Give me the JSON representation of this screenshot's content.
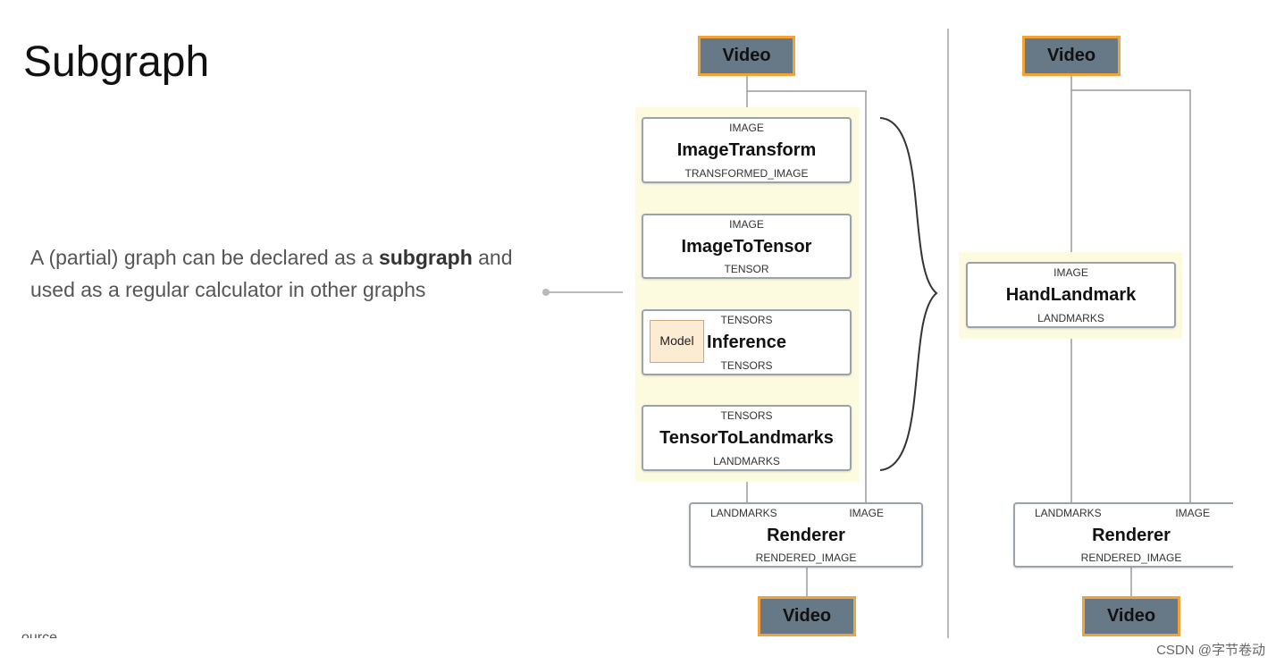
{
  "slide": {
    "title": "Subgraph",
    "desc_part1": "A (partial) graph can be declared as a ",
    "desc_bold": "subgraph",
    "desc_part2": " and used as a regular calculator in other graphs",
    "footer_partial": "ource"
  },
  "left_graph": {
    "video_in": "Video",
    "video_out": "Video",
    "nodes": [
      {
        "in": "IMAGE",
        "name": "ImageTransform",
        "out": "TRANSFORMED_IMAGE"
      },
      {
        "in": "IMAGE",
        "name": "ImageToTensor",
        "out": "TENSOR"
      },
      {
        "in": "TENSORS",
        "name": "Inference",
        "out": "TENSORS",
        "badge": "Model"
      },
      {
        "in": "TENSORS",
        "name": "TensorToLandmarks",
        "out": "LANDMARKS"
      }
    ],
    "renderer": {
      "in_left": "LANDMARKS",
      "in_right": "IMAGE",
      "name": "Renderer",
      "out": "RENDERED_IMAGE"
    }
  },
  "right_graph": {
    "video_in": "Video",
    "video_out": "Video",
    "node": {
      "in": "IMAGE",
      "name": "HandLandmark",
      "out": "LANDMARKS"
    },
    "renderer": {
      "in_left": "LANDMARKS",
      "in_right": "IMAGE",
      "name": "Renderer",
      "out": "RENDERED_IMAGE"
    }
  },
  "watermark": "CSDN @字节卷动",
  "colors": {
    "video_fill": "#677886",
    "video_border": "#f2a23a",
    "subgraph_highlight": "#fdfbdf",
    "node_border": "#9aa2ac",
    "model_fill": "#fbecd3"
  }
}
